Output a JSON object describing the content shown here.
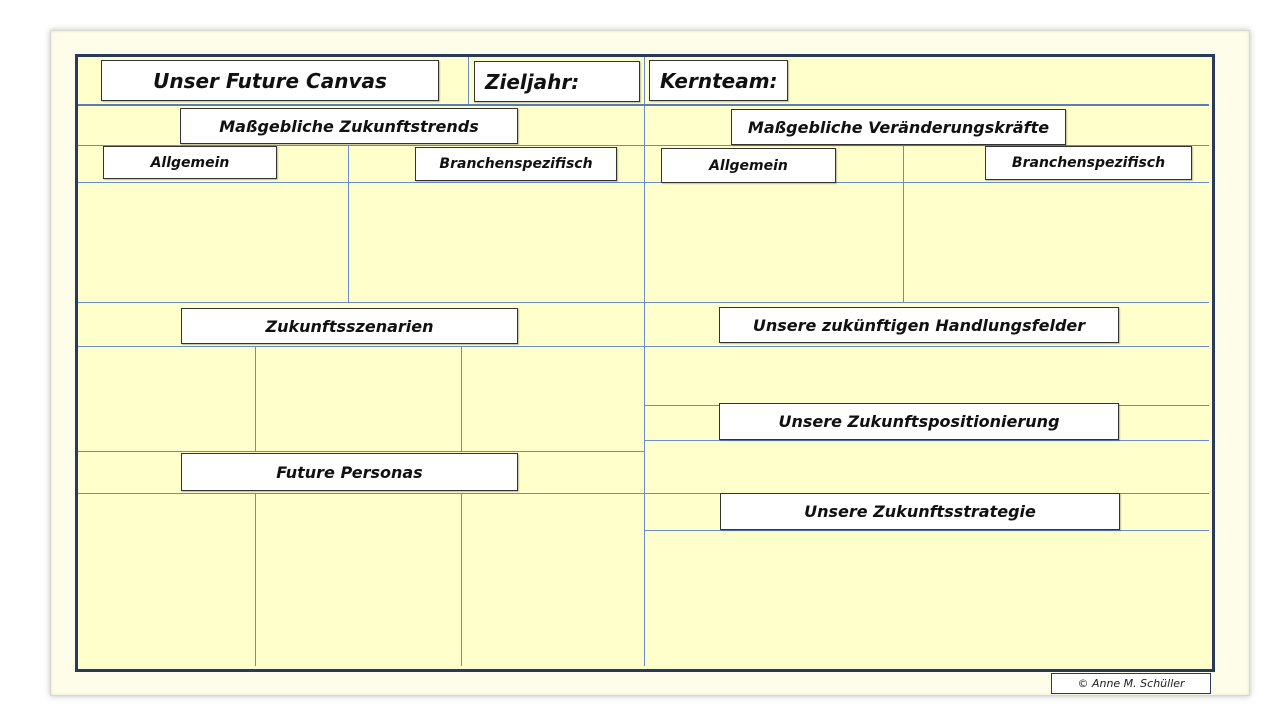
{
  "header": {
    "title": "Unser Future Canvas",
    "zieljahr": "Zieljahr:",
    "kernteam": "Kernteam:"
  },
  "sections": {
    "trends": "Maßgebliche Zukunftstrends",
    "forces": "Maßgebliche Veränderungskräfte",
    "allgemein_left": "Allgemein",
    "branche_left": "Branchenspezifisch",
    "allgemein_right": "Allgemein",
    "branche_right": "Branchenspezifisch",
    "szenarien": "Zukunftsszenarien",
    "handlungsfelder": "Unsere zukünftigen Handlungsfelder",
    "personas": "Future Personas",
    "positionierung": "Unsere Zukunftspositionierung",
    "strategie": "Unsere Zukunftsstrategie"
  },
  "footer": {
    "copyright": "© Anne M. Schüller"
  },
  "colors": {
    "canvas": "#ffffcc",
    "border": "#2a3a5c",
    "grid": "#6b8cc7"
  }
}
